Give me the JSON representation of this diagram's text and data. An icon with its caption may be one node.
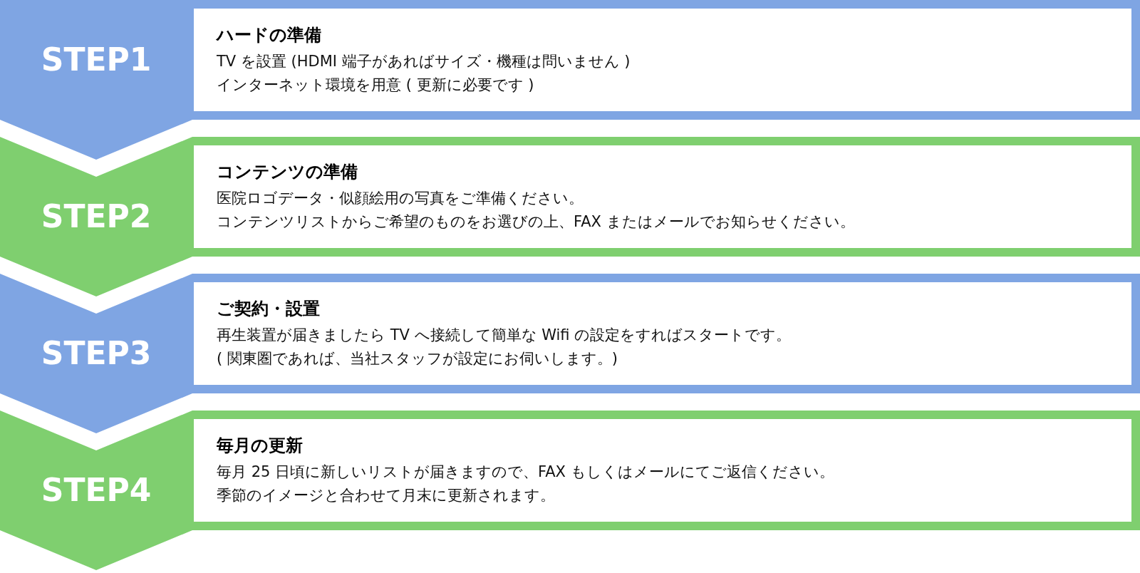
{
  "diagram": {
    "nodes": [
      {
        "text": [
          "STEP1"
        ]
      },
      {
        "text": [
          "ハードの準備",
          "TV を設置 (HDMI 端子があればサイズ・機種は問いません )",
          "インターネット環境を用意 ( 更新に必要です )"
        ],
        "in": 0
      },
      {
        "text": [
          "STEP2"
        ]
      },
      {
        "text": [
          "コンテンツの準備",
          "医院ロゴデータ・似顔絵用の写真をご準備ください。",
          "コンテンツリストからご希望のものをお選びの上、FAX またはメールでお知らせください。"
        ],
        "in": 2
      },
      {
        "text": [
          "STEP3"
        ]
      },
      {
        "text": [
          "ご契約・設置",
          "再生装置が届きましたら TV へ接続して簡単な Wifi の設定をすればスタートです。",
          "( 関東圏であれば、当社スタッフが設定にお伺いします。)"
        ],
        "in": 4
      },
      {
        "text": [
          "STEP4"
        ]
      },
      {
        "text": [
          "毎月の更新",
          "毎月 25 日頃に新しいリストが届きますので、FAX もしくはメールにてご返信ください。",
          "季節のイメージと合わせて月末に更新されます。"
        ],
        "in": 6
      }
    ]
  }
}
